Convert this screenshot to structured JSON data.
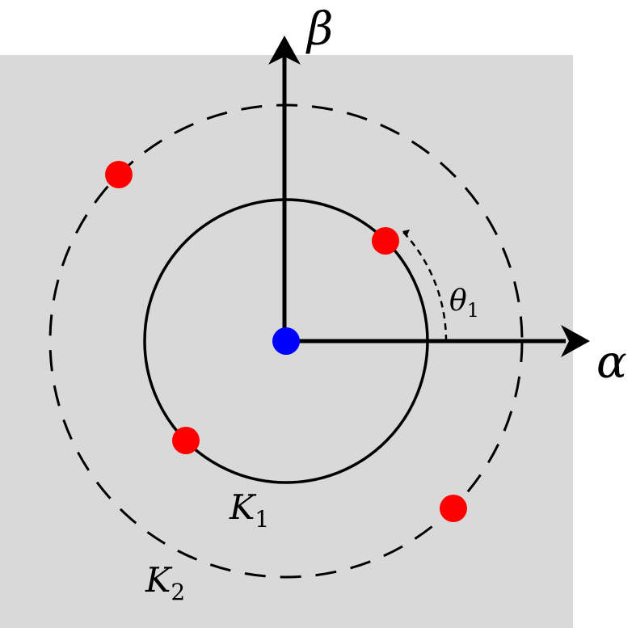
{
  "axes": {
    "alpha_label": "α",
    "beta_label": "β"
  },
  "circles": {
    "k1_label": "K",
    "k1_sub": "1",
    "k2_label": "K",
    "k2_sub": "2"
  },
  "angle": {
    "label": "θ",
    "sub": "1"
  },
  "colors": {
    "background": "#d9d9d9",
    "origin": "#0000ff",
    "points": "#ff0000",
    "stroke": "#000000"
  }
}
